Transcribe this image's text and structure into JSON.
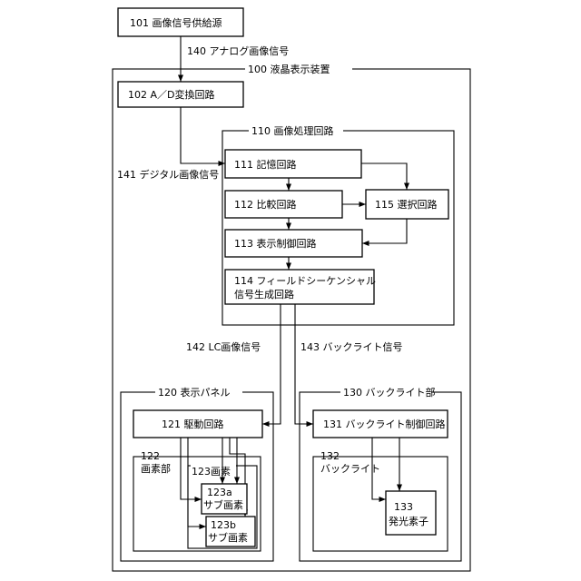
{
  "nodes": {
    "source": "101 画像信号供給源",
    "adc": "102 A／D変換回路",
    "memory": "111 記憶回路",
    "compare": "112 比較回路",
    "select": "115 選択回路",
    "display_control": "113 表示制御回路",
    "fs_gen_line1": "114 フィールドシーケンシャル",
    "fs_gen_line2": "信号生成回路",
    "driver": "121 駆動回路",
    "pixel_num": "122",
    "pixel_label": "画素部",
    "pixel": "123画素",
    "subpixel_a_num": "123a",
    "subpixel_a_label": "サブ画素",
    "subpixel_b_num": "123b",
    "subpixel_b_label": "サブ画素",
    "bl_control": "131 バックライト制御回路",
    "backlight_num": "132",
    "backlight_label": "バックライト",
    "led_num": "133",
    "led_label": "発光素子"
  },
  "groups": {
    "device": "100 液晶表示装置",
    "image_proc": "110 画像処理回路",
    "panel": "120 表示パネル",
    "backlight_unit": "130 バックライト部"
  },
  "signals": {
    "analog": "140 アナログ画像信号",
    "digital": "141 デジタル画像信号",
    "lc": "142 LC画像信号",
    "bl": "143 バックライト信号"
  },
  "edges": [
    [
      "source",
      "adc"
    ],
    [
      "adc",
      "memory"
    ],
    [
      "memory",
      "compare"
    ],
    [
      "memory",
      "select"
    ],
    [
      "compare",
      "select"
    ],
    [
      "compare",
      "display_control"
    ],
    [
      "select",
      "display_control"
    ],
    [
      "display_control",
      "fs_gen"
    ],
    [
      "fs_gen",
      "driver"
    ],
    [
      "fs_gen",
      "bl_control"
    ],
    [
      "driver",
      "subpixel_a"
    ],
    [
      "driver",
      "subpixel_b"
    ],
    [
      "bl_control",
      "led"
    ]
  ]
}
